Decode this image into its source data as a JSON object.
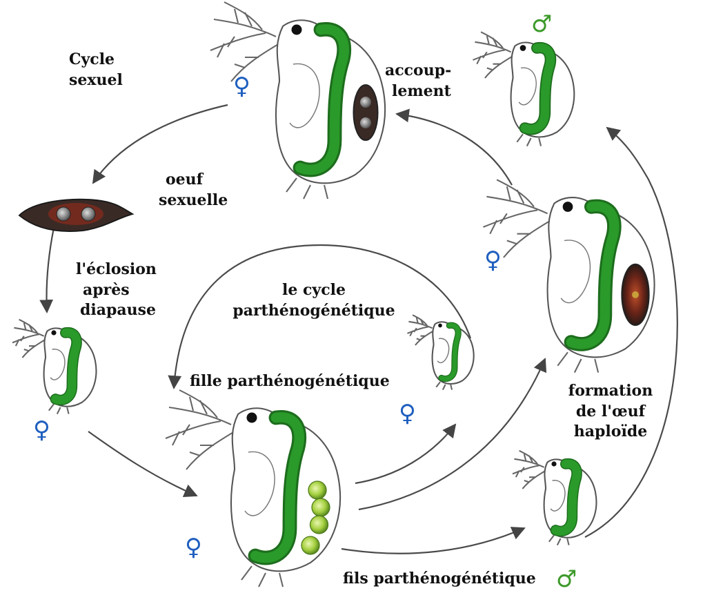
{
  "labels": {
    "cycle_sexuel": [
      "Cycle",
      "sexuel"
    ],
    "accouplement": [
      "accoup-",
      "lement"
    ],
    "oeuf_sexuelle": [
      "oeuf",
      "sexuelle"
    ],
    "eclosion": [
      "l'éclosion",
      "après",
      "diapause"
    ],
    "cycle_parth": [
      "le cycle",
      "parthénogénétique"
    ],
    "fille_parth": "fille parthénogénétique",
    "formation": [
      "formation",
      "de l'œuf",
      "haploïde"
    ],
    "fils_parth": "fils parthénogénétique"
  },
  "symbols": {
    "female": "♀",
    "male": "♂"
  },
  "colors": {
    "female": "#1f5fbf",
    "male": "#3c9a2a",
    "gut": "#2a9a2a",
    "gut_dark": "#1d6d1d",
    "outline": "#555555",
    "arrow": "#555555",
    "egg_dark": "#3a2a26",
    "egg_red": "#7a2a1e",
    "parth_egg": "#9acc3c"
  }
}
